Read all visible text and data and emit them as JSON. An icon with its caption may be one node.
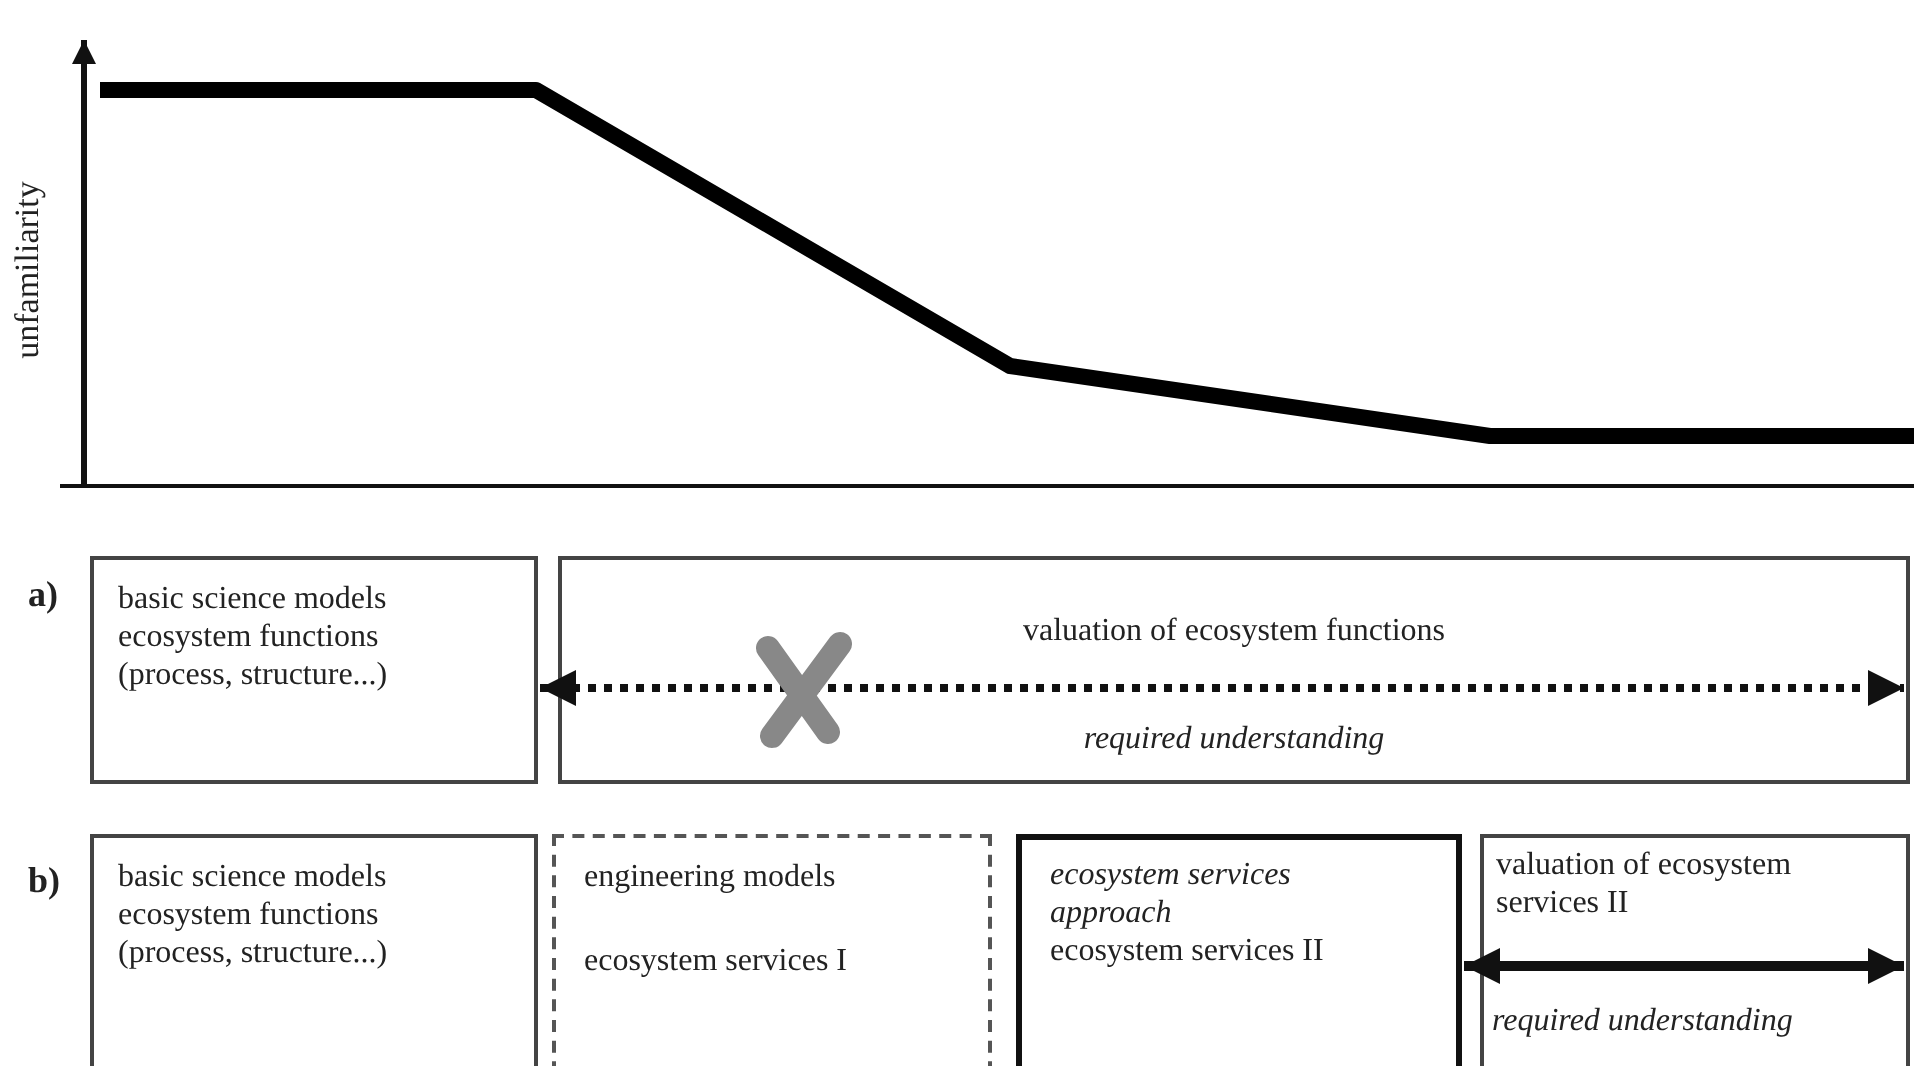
{
  "diagram": {
    "nodes": [
      {
        "text": [
          "basic science models ecosystem functions (process, structure...)"
        ]
      },
      {
        "text": [
          "valuation of ecosystem functions",
          "required understanding"
        ]
      },
      {
        "text": [
          "basic science models ecosystem functions (process, structure...)"
        ]
      },
      {
        "text": [
          "engineering models",
          "ecosystem services I"
        ]
      },
      {
        "text": [
          "ecosystem services approach",
          "ecosystem services II"
        ]
      },
      {
        "text": [
          "valuation of ecosystem services II",
          "required understanding"
        ]
      }
    ],
    "edges": [
      {
        "from": 0,
        "to": 1,
        "arrow": "both",
        "style": "dashed"
      },
      {
        "from": 4,
        "to": 5,
        "arrow": "both"
      }
    ],
    "labels": [
      "unfamiliarity",
      "a)",
      "b)"
    ]
  }
}
